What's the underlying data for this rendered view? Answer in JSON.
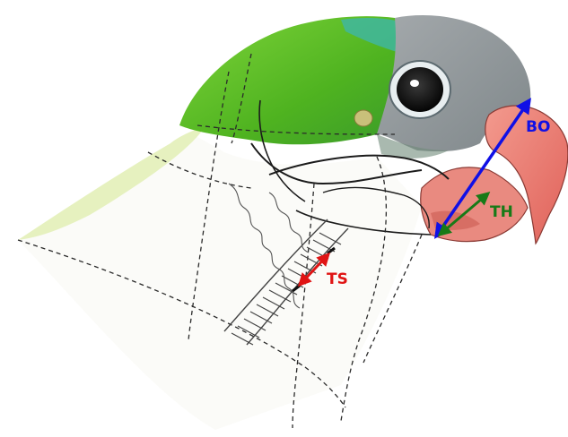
{
  "figure": {
    "subject": "parrot-head-anatomical-illustration",
    "colors": {
      "plumage_green": "#5fc21f",
      "plumage_dark_green": "#2f8f1a",
      "crown_teal": "#3fb7a6",
      "head_grey": "#8f9598",
      "beak": "#ef7b6f",
      "beak_dark": "#c9574d",
      "outline": "#1b1b1b",
      "dashed_outline": "#2a2a2a"
    }
  },
  "measurements": [
    {
      "label": "BO",
      "color": "#1010e6"
    },
    {
      "label": "TH",
      "color": "#177a17"
    },
    {
      "label": "TS",
      "color": "#e01414"
    }
  ]
}
